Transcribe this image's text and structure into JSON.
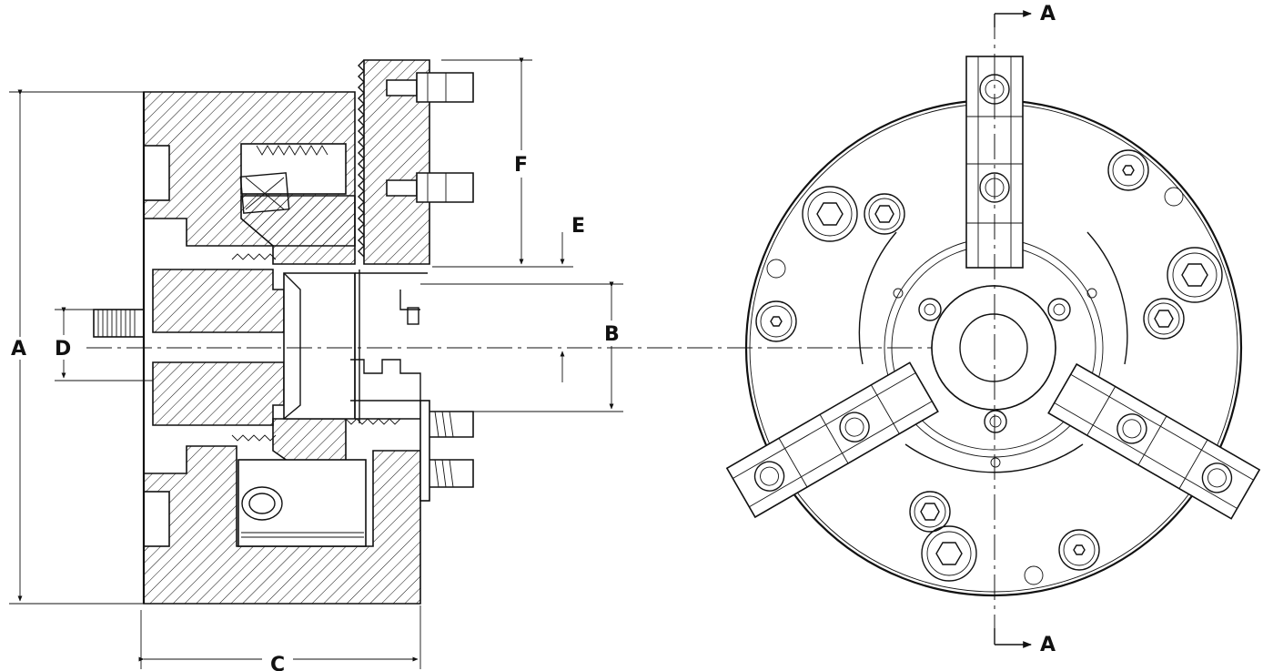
{
  "dimensions": {
    "a_left": "A",
    "b": "B",
    "c": "C",
    "d": "D",
    "e": "E",
    "f": "F"
  },
  "section_marks": {
    "top": "A",
    "bottom": "A"
  },
  "colors": {
    "line": "#111111",
    "background": "#ffffff"
  }
}
